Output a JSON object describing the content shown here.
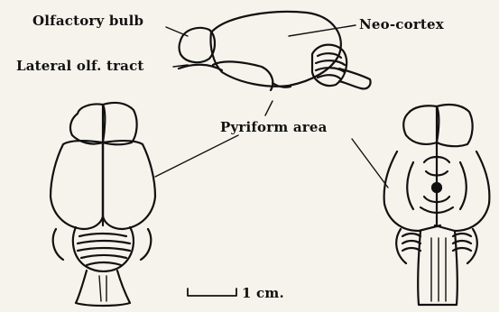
{
  "labels": {
    "olfactory_bulb": "Olfactory bulb",
    "neo_cortex": "Neo-cortex",
    "lateral_olf_tract": "Lateral olf. tract",
    "pyriform_area": "Pyriform area",
    "scale": "1 cm."
  },
  "colors": {
    "ink": "#111111",
    "paper": "#f6f3ec"
  }
}
